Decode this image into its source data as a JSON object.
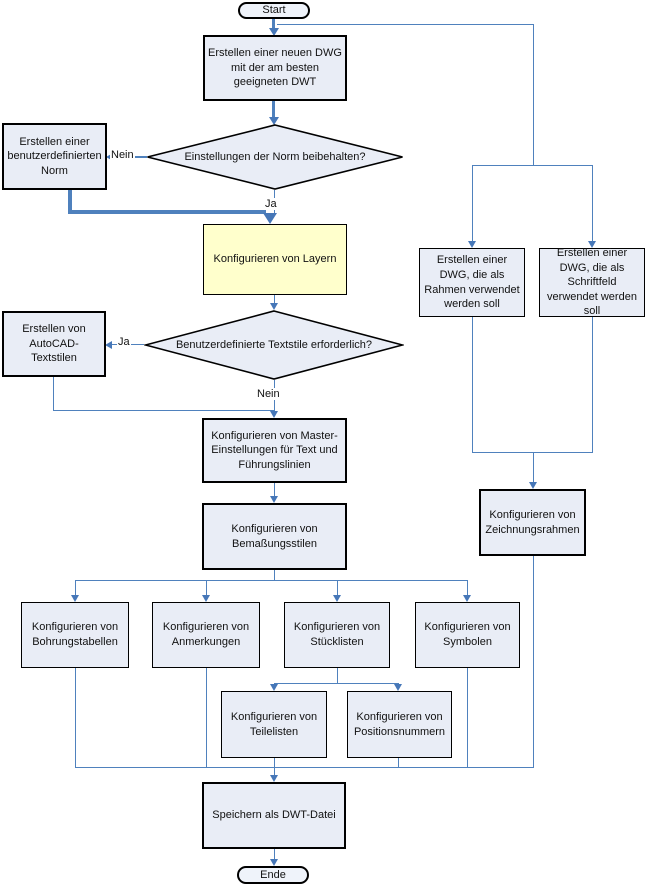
{
  "nodes": {
    "start": {
      "label": "Start"
    },
    "create_new_dwg": {
      "label": "Erstellen einer neuen DWG mit der am besten geeigneten DWT"
    },
    "decision_keep_norm": {
      "label": "Einstellungen der Norm beibehalten?"
    },
    "create_custom_norm": {
      "label": "Erstellen einer benutzerdefinierten Norm"
    },
    "configure_layers": {
      "label": "Konfigurieren von Layern"
    },
    "decision_text_styles": {
      "label": "Benutzerdefinierte Textstile erforderlich?"
    },
    "create_autocad_text_styles": {
      "label": "Erstellen von AutoCAD-Textstilen"
    },
    "configure_master_settings": {
      "label": "Konfigurieren von Master-Einstellungen für Text und Führungslinien"
    },
    "configure_dimension_styles": {
      "label": "Konfigurieren von Bemaßungsstilen"
    },
    "configure_hole_tables": {
      "label": "Konfigurieren von Bohrungstabellen"
    },
    "configure_annotations": {
      "label": "Konfigurieren von Anmerkungen"
    },
    "configure_bom_lists": {
      "label": "Konfigurieren von Stücklisten"
    },
    "configure_symbols": {
      "label": "Konfigurieren von Symbolen"
    },
    "configure_parts_lists": {
      "label": "Konfigurieren von Teilelisten"
    },
    "configure_balloons": {
      "label": "Konfigurieren von Positionsnummern"
    },
    "save_dwt": {
      "label": "Speichern als DWT-Datei"
    },
    "end": {
      "label": "Ende"
    },
    "create_dwg_border": {
      "label": "Erstellen einer DWG, die als Rahmen verwendet werden soll"
    },
    "create_dwg_titleblock": {
      "label": "Erstellen einer DWG, die als Schriftfeld verwendet werden soll"
    },
    "configure_drawing_frames": {
      "label": "Konfigurieren von Zeichnungsrahmen"
    }
  },
  "edges": {
    "nein_norm": {
      "label": "Nein"
    },
    "ja_norm": {
      "label": "Ja"
    },
    "ja_textstyles": {
      "label": "Ja"
    },
    "nein_textstyles": {
      "label": "Nein"
    }
  },
  "colors": {
    "connector_blue": "#4F81BD",
    "node_fill": "#E9EDF6",
    "highlight_fill": "#FFFFCC",
    "border": "#000000",
    "background": "#FFFFFF"
  }
}
